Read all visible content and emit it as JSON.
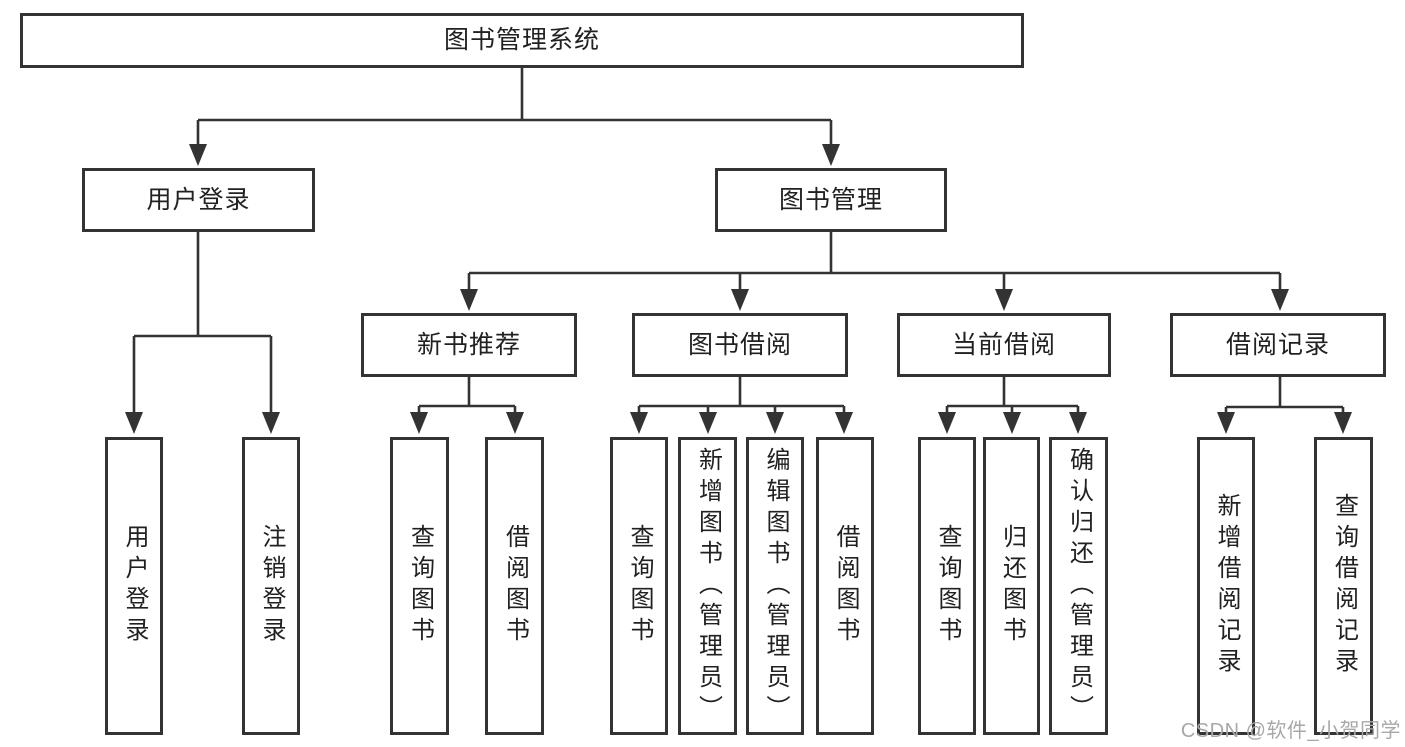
{
  "tree": {
    "label": "图书管理系统",
    "children": [
      {
        "label": "用户登录",
        "children": [
          {
            "label": "用户登录"
          },
          {
            "label": "注销登录"
          }
        ]
      },
      {
        "label": "图书管理",
        "children": [
          {
            "label": "新书推荐",
            "children": [
              {
                "label": "查询图书"
              },
              {
                "label": "借阅图书"
              }
            ]
          },
          {
            "label": "图书借阅",
            "children": [
              {
                "label": "查询图书"
              },
              {
                "label": "新增图书（管理员）"
              },
              {
                "label": "编辑图书（管理员）"
              },
              {
                "label": "借阅图书"
              }
            ]
          },
          {
            "label": "当前借阅",
            "children": [
              {
                "label": "查询图书"
              },
              {
                "label": "归还图书"
              },
              {
                "label": "确认归还（管理员）"
              }
            ]
          },
          {
            "label": "借阅记录",
            "children": [
              {
                "label": "新增借阅记录"
              },
              {
                "label": "查询借阅记录"
              }
            ]
          }
        ]
      }
    ]
  },
  "watermark": {
    "text": "CSDN @软件_小贺同学"
  },
  "colors": {
    "line": "#333333",
    "box_border": "#333333",
    "text": "#212121",
    "watermark": "#a8a8a8",
    "background": "#ffffff"
  }
}
